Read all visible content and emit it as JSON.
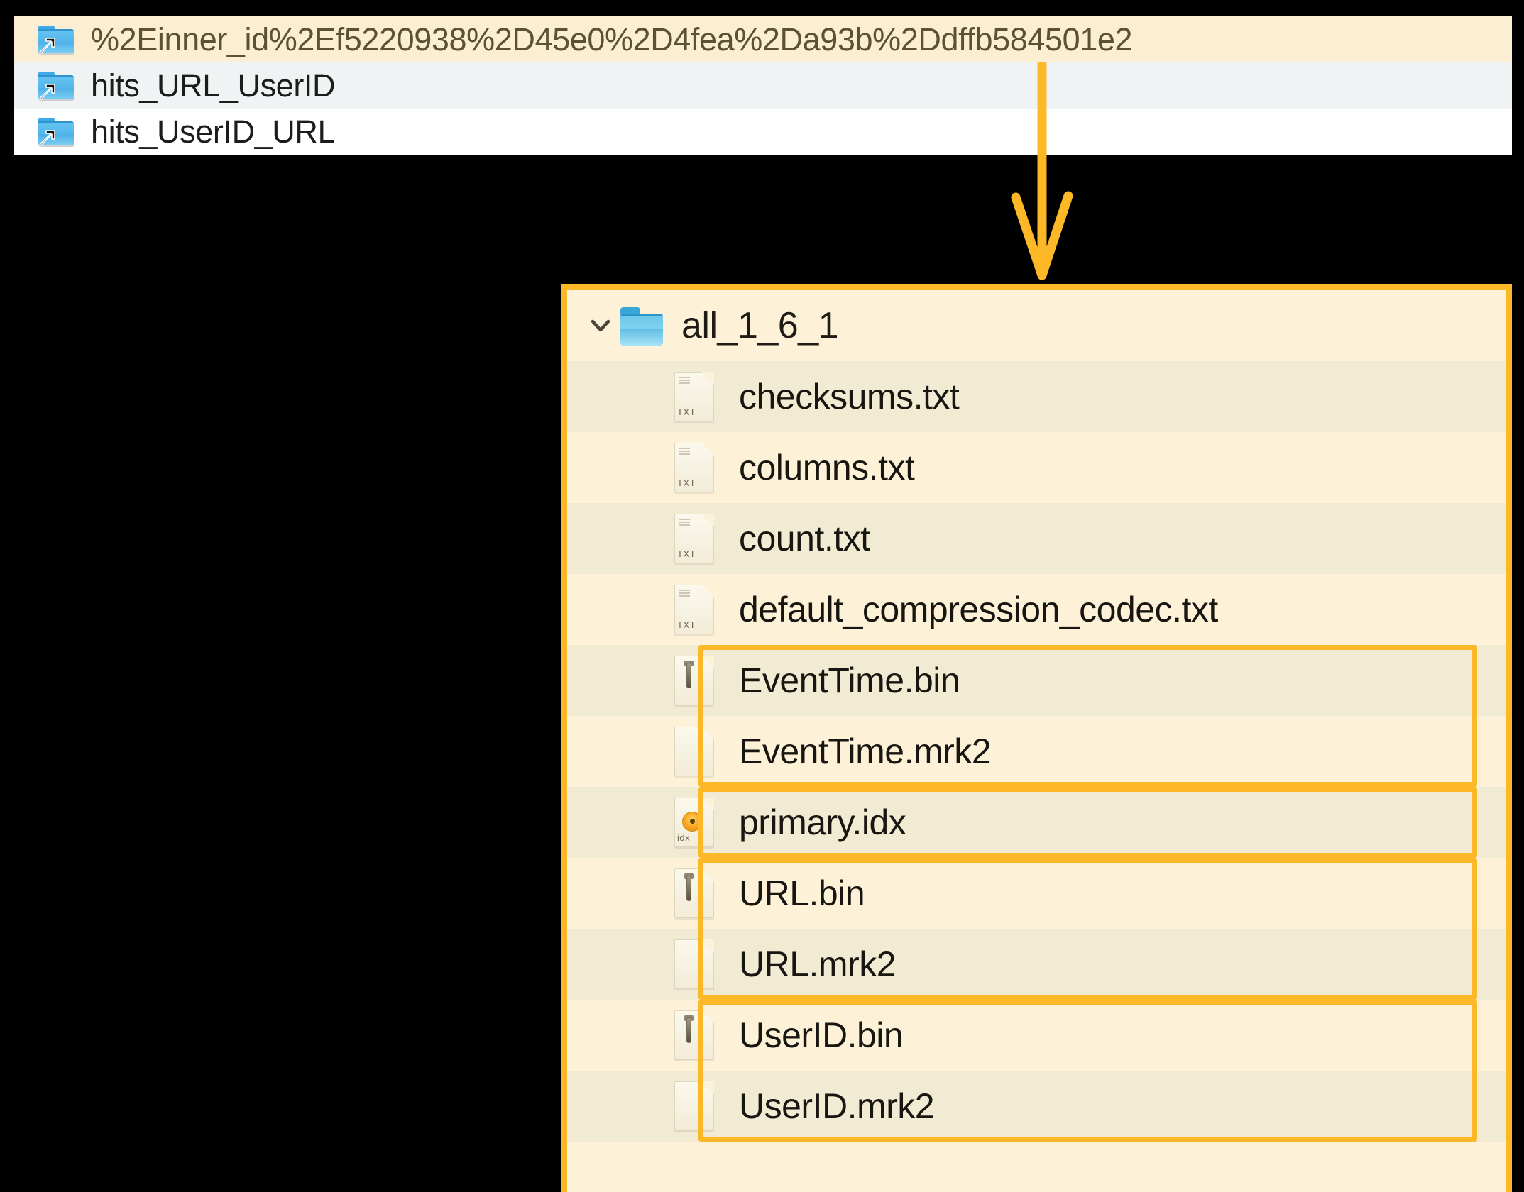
{
  "top_panel": {
    "items": [
      {
        "label": "%2Einner_id%2Ef5220938%2D45e0%2D4fea%2Da93b%2Ddffb584501e2",
        "icon": "folder-symlink-icon",
        "state": "selected"
      },
      {
        "label": "hits_URL_UserID",
        "icon": "folder-symlink-icon",
        "state": "alt"
      },
      {
        "label": "hits_UserID_URL",
        "icon": "folder-symlink-icon",
        "state": "plain"
      }
    ]
  },
  "callout": {
    "color": "#fcb827",
    "direction": "down",
    "name": "callout-arrow"
  },
  "main_panel": {
    "border_color": "#fcb827",
    "background": "#fdf1d8",
    "folder": {
      "name": "all_1_6_1",
      "expanded": true,
      "chevron": "chevron-down-icon",
      "icon": "folder-open-icon"
    },
    "files": [
      {
        "name": "checksums.txt",
        "icon": "txt-file-icon",
        "tag": "TXT",
        "shade": "a",
        "highlighted": false
      },
      {
        "name": "columns.txt",
        "icon": "txt-file-icon",
        "tag": "TXT",
        "shade": "b",
        "highlighted": false
      },
      {
        "name": "count.txt",
        "icon": "txt-file-icon",
        "tag": "TXT",
        "shade": "a",
        "highlighted": false
      },
      {
        "name": "default_compression_codec.txt",
        "icon": "txt-file-icon",
        "tag": "TXT",
        "shade": "b",
        "highlighted": false
      },
      {
        "name": "EventTime.bin",
        "icon": "bin-file-icon",
        "tag": "",
        "shade": "a",
        "highlighted": true
      },
      {
        "name": "EventTime.mrk2",
        "icon": "mrk-file-icon",
        "tag": "",
        "shade": "b",
        "highlighted": true
      },
      {
        "name": "primary.idx",
        "icon": "idx-file-icon",
        "tag": "idx",
        "shade": "a",
        "highlighted": true
      },
      {
        "name": "URL.bin",
        "icon": "bin-file-icon",
        "tag": "",
        "shade": "b",
        "highlighted": true
      },
      {
        "name": "URL.mrk2",
        "icon": "mrk-file-icon",
        "tag": "",
        "shade": "a",
        "highlighted": true
      },
      {
        "name": "UserID.bin",
        "icon": "bin-file-icon",
        "tag": "",
        "shade": "b",
        "highlighted": true
      },
      {
        "name": "UserID.mrk2",
        "icon": "mrk-file-icon",
        "tag": "",
        "shade": "a",
        "highlighted": true
      }
    ],
    "highlight_groups": [
      {
        "start": 4,
        "end": 5,
        "label": "eventtime-highlight"
      },
      {
        "start": 6,
        "end": 6,
        "label": "primary-idx-highlight"
      },
      {
        "start": 7,
        "end": 8,
        "label": "url-highlight"
      },
      {
        "start": 9,
        "end": 10,
        "label": "userid-highlight"
      }
    ]
  }
}
